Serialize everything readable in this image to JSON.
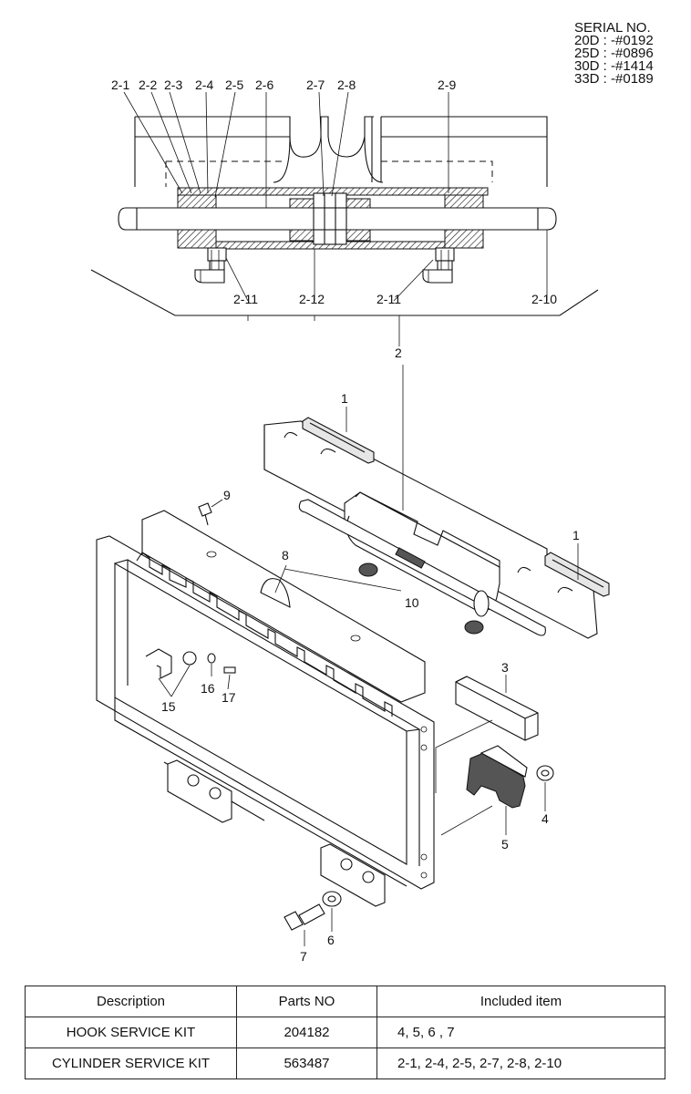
{
  "serial": {
    "title": "SERIAL NO.",
    "lines": [
      "20D : -#0192",
      "25D : -#0896",
      "30D : -#1414",
      "33D : -#0189"
    ]
  },
  "callouts": {
    "c2_1": "2-1",
    "c2_2": "2-2",
    "c2_3": "2-3",
    "c2_4": "2-4",
    "c2_5": "2-5",
    "c2_6": "2-6",
    "c2_7": "2-7",
    "c2_8": "2-8",
    "c2_9": "2-9",
    "c2_10": "2-10",
    "c2_11a": "2-11",
    "c2_11b": "2-11",
    "c2_12": "2-12",
    "c2": "2",
    "c1a": "1",
    "c1b": "1",
    "c3": "3",
    "c4": "4",
    "c5": "5",
    "c6": "6",
    "c7": "7",
    "c8": "8",
    "c9": "9",
    "c10": "10",
    "c15": "15",
    "c16": "16",
    "c17": "17"
  },
  "table": {
    "headers": [
      "Description",
      "Parts NO",
      "Included item"
    ],
    "rows": [
      [
        "HOOK SERVICE KIT",
        "204182",
        "4, 5, 6 , 7"
      ],
      [
        "CYLINDER SERVICE KIT",
        "563487",
        "2-1, 2-4, 2-5, 2-7, 2-8, 2-10"
      ]
    ]
  }
}
